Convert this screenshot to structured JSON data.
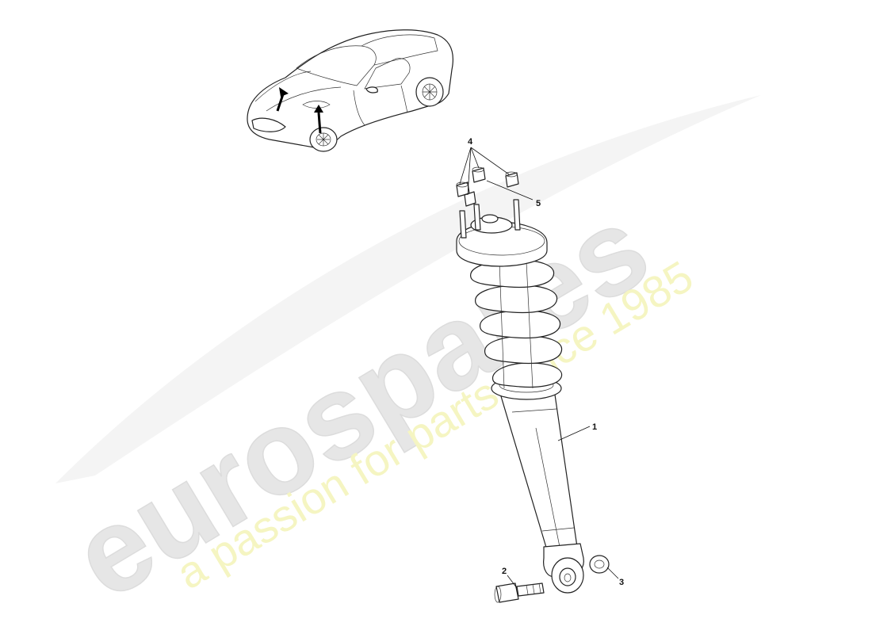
{
  "watermark": {
    "brand": "eurospares",
    "tagline": "a passion for parts since 1985",
    "brand_color": "#e4e4e4",
    "tagline_color": "#f3f3b4"
  },
  "callouts": {
    "shock_absorber": "1",
    "bolt": "2",
    "bush_cap": "3",
    "nut": "4",
    "washer": "5"
  },
  "colors": {
    "line": "#111111",
    "background": "#ffffff"
  }
}
